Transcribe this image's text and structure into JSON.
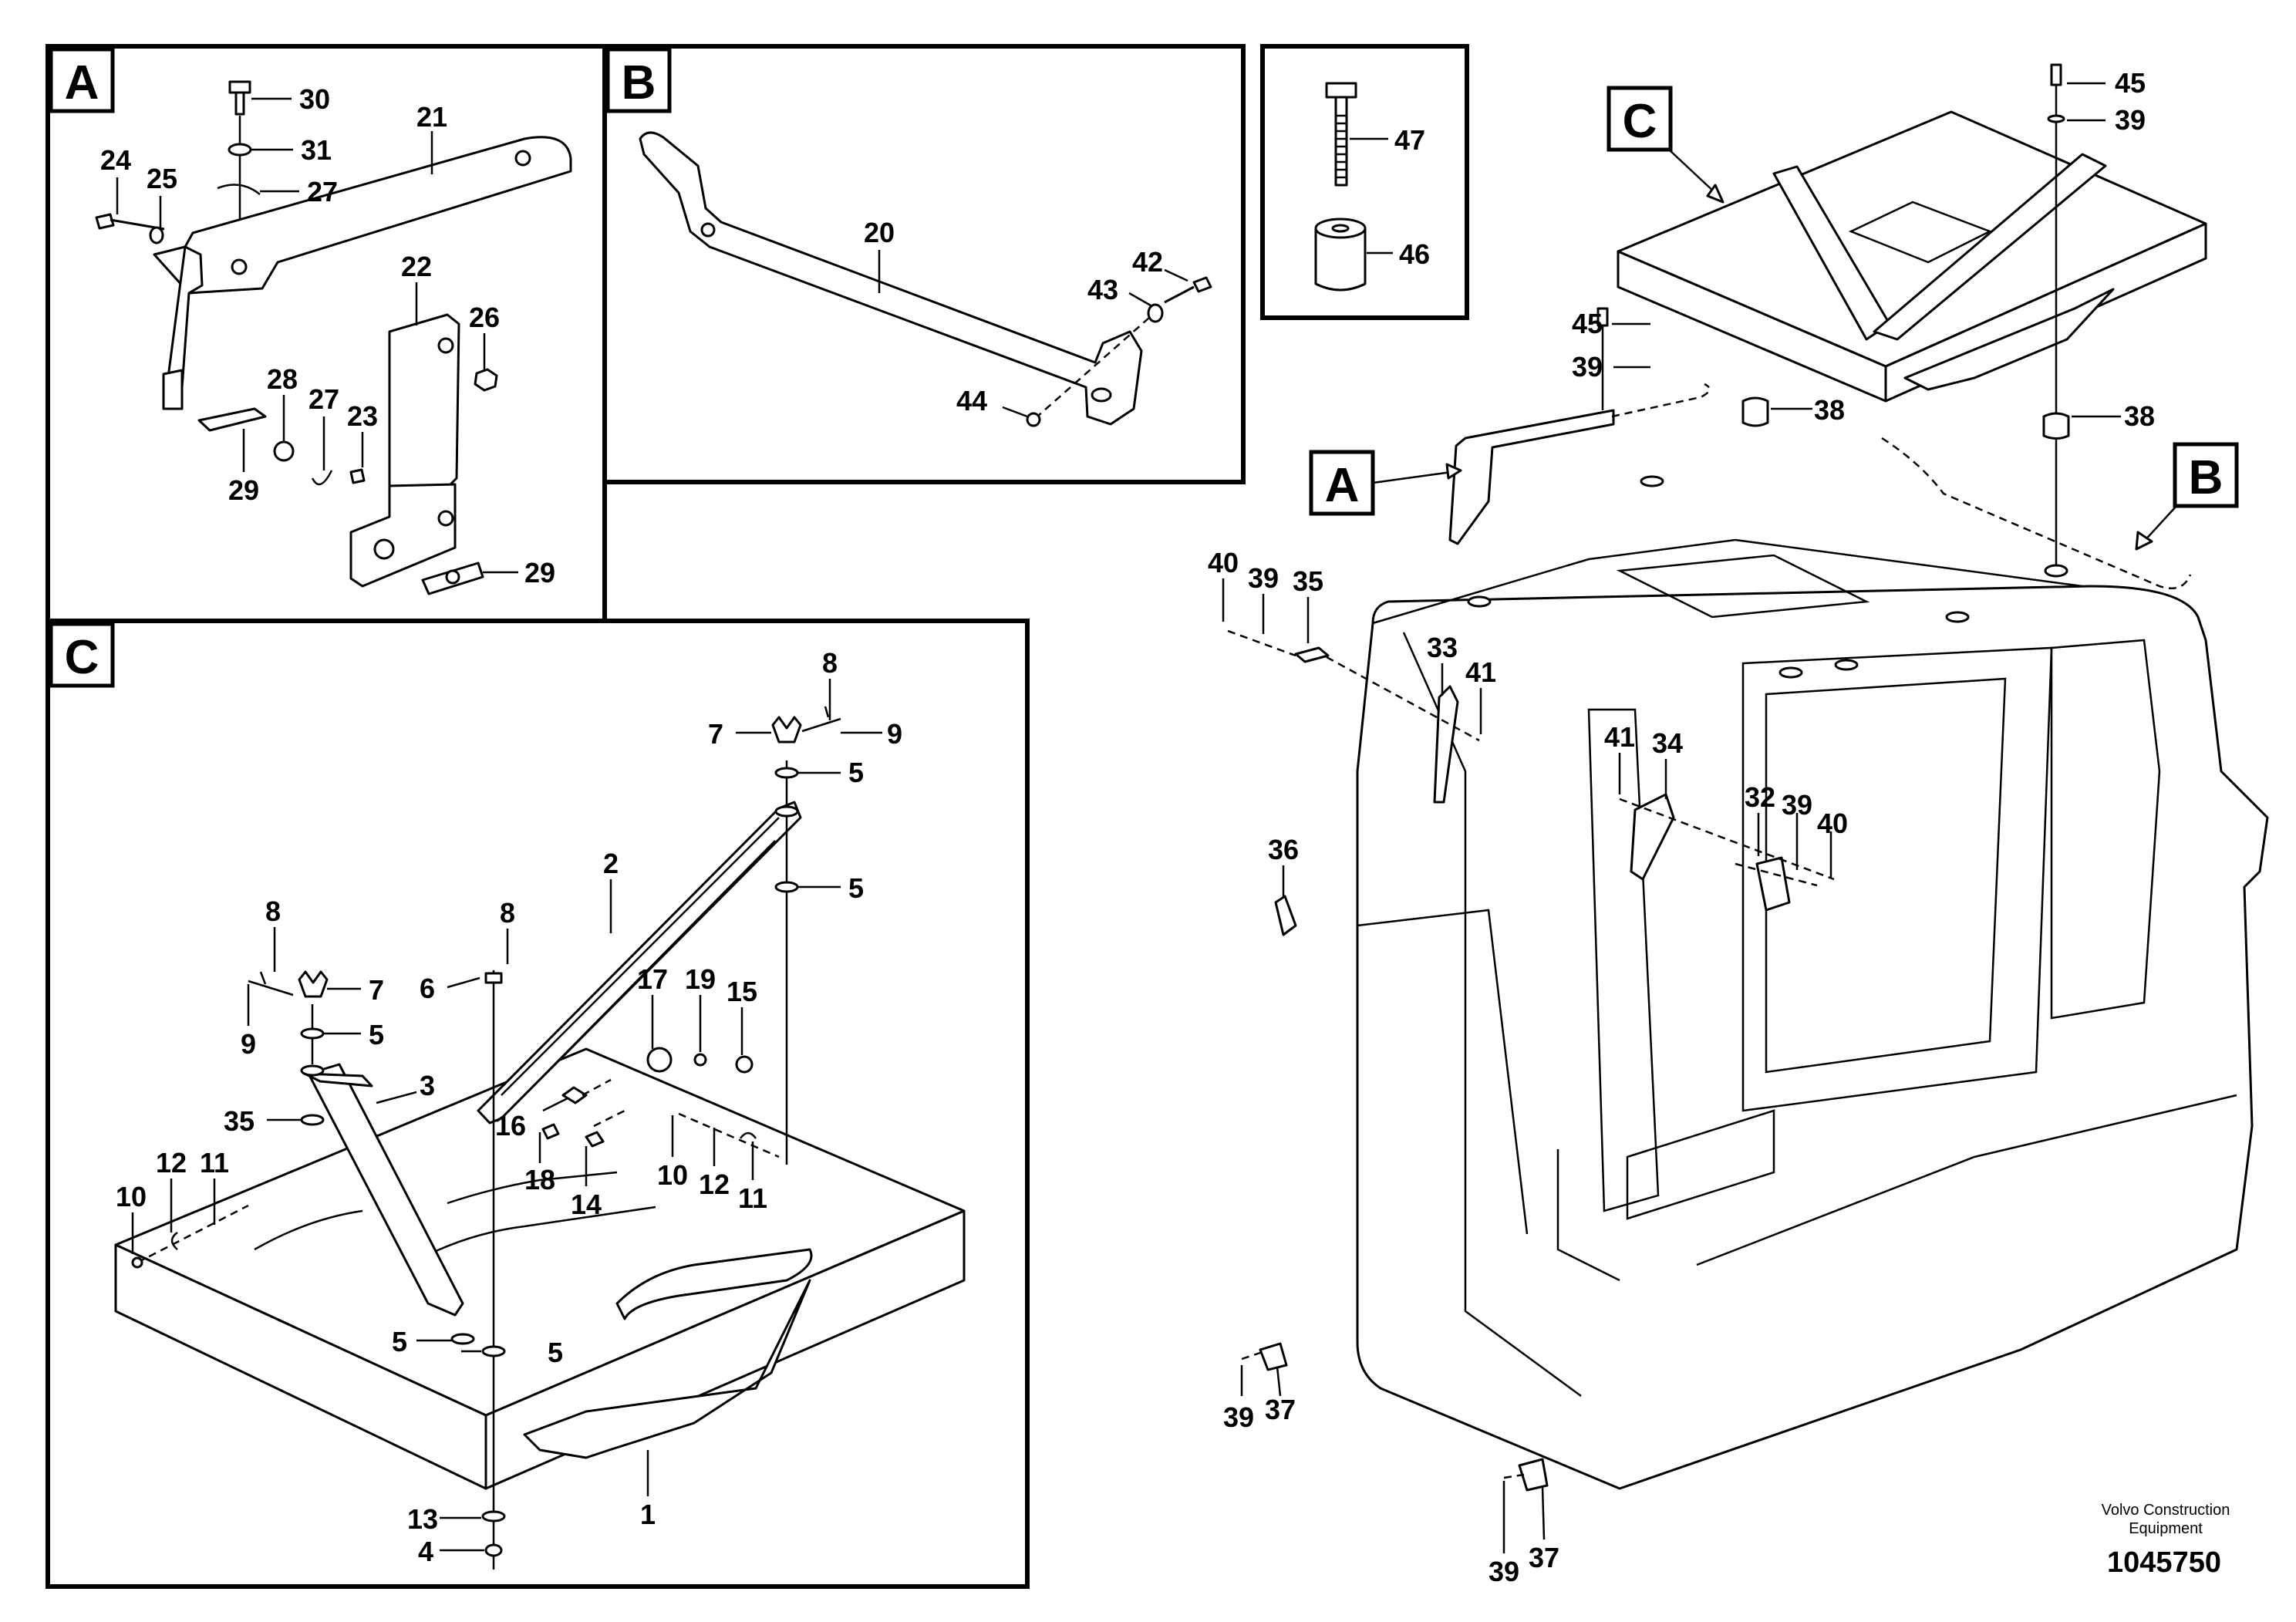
{
  "panels": {
    "a": "A",
    "b": "B",
    "c": "C",
    "detail": "",
    "callout_a": "A",
    "callout_b": "B",
    "callout_c": "C"
  },
  "labels": {
    "a": [
      "30",
      "31",
      "21",
      "24",
      "25",
      "27",
      "22",
      "26",
      "28",
      "27",
      "23",
      "29",
      "29"
    ],
    "b": [
      "20",
      "42",
      "43",
      "44"
    ],
    "c": [
      "8",
      "7",
      "9",
      "5",
      "5",
      "2",
      "8",
      "8",
      "7",
      "6",
      "5",
      "9",
      "3",
      "17",
      "19",
      "15",
      "16",
      "35",
      "12",
      "11",
      "10",
      "18",
      "14",
      "10",
      "12",
      "11",
      "5",
      "5",
      "1",
      "13",
      "4"
    ],
    "detail": [
      "47",
      "46"
    ],
    "main": [
      "45",
      "39",
      "45",
      "39",
      "38",
      "38",
      "40",
      "39",
      "35",
      "33",
      "41",
      "41",
      "34",
      "32",
      "39",
      "40",
      "36",
      "39",
      "37",
      "39",
      "37"
    ]
  },
  "footer": {
    "brand_line1": "Volvo Construction",
    "brand_line2": "Equipment",
    "reference": "1045750"
  },
  "icons": [
    "bolt-icon",
    "washer-icon",
    "spacer-icon",
    "bracket-icon",
    "hinge-plate-icon"
  ]
}
